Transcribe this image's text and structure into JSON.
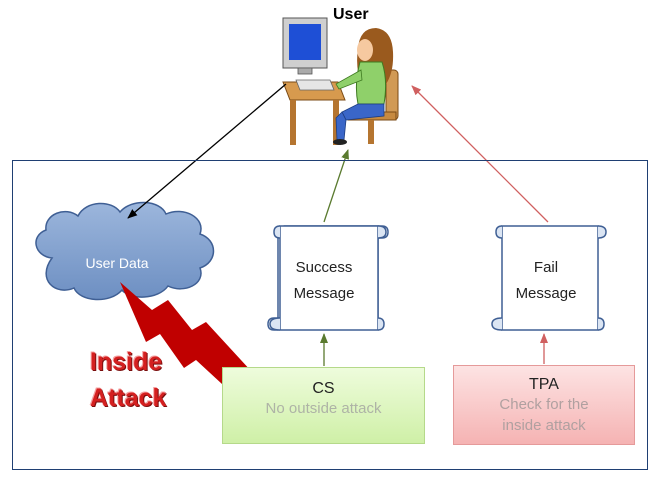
{
  "user": {
    "title": "User"
  },
  "cloud": {
    "label": "User Data"
  },
  "success": {
    "line1": "Success",
    "line2": "Message"
  },
  "fail": {
    "line1": "Fail",
    "line2": "Message"
  },
  "cs": {
    "title": "CS",
    "subtitle": "No outside attack"
  },
  "tpa": {
    "title": "TPA",
    "subtitle_line1": "Check for the",
    "subtitle_line2": "inside attack"
  },
  "inside_attack": {
    "line1": "Inside",
    "line2": "Attack"
  },
  "colors": {
    "frame": "#1f3f73",
    "cloud_fill": "#7f9fcc",
    "cloud_stroke": "#3f5f94",
    "cs_fill": "#d9f5b5",
    "tpa_fill": "#f8c4c4",
    "arrow_green": "#5a7a2e",
    "arrow_red": "#d06060",
    "lightning": "#c00000",
    "inside_attack_text": "#d42020"
  },
  "icons": [
    "user-at-computer-icon",
    "cloud-icon",
    "scroll-icon",
    "lightning-icon"
  ]
}
